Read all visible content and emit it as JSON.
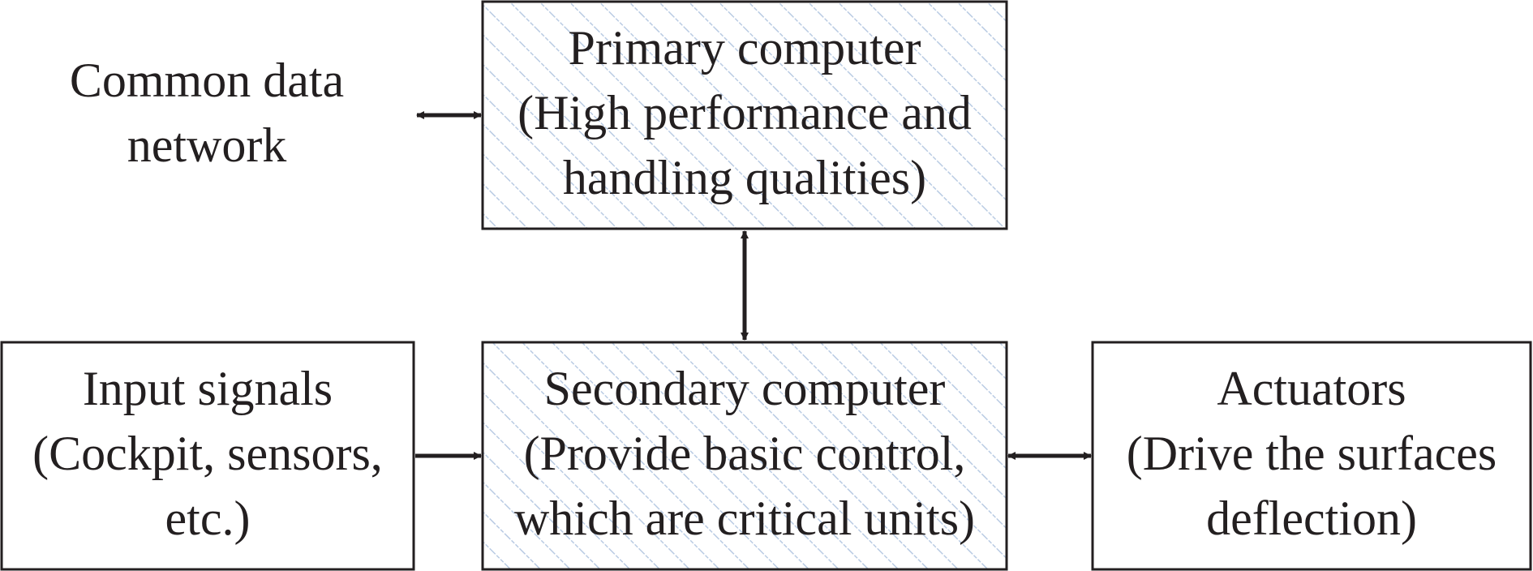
{
  "diagram": {
    "network": {
      "line1": "Common data",
      "line2": "network"
    },
    "primary": {
      "line1": "Primary computer",
      "line2": "(High performance and",
      "line3": "handling qualities)"
    },
    "secondary": {
      "line1": "Secondary computer",
      "line2": "(Provide basic control,",
      "line3": "which are critical units)"
    },
    "input": {
      "line1": "Input signals",
      "line2": "(Cockpit, sensors,",
      "line3": "etc.)"
    },
    "actuators": {
      "line1": "Actuators",
      "line2": "(Drive the surfaces",
      "line3": "deflection)"
    }
  },
  "colors": {
    "ink": "#231f20",
    "hatch": "#b9cbe3",
    "background": "#ffffff"
  }
}
